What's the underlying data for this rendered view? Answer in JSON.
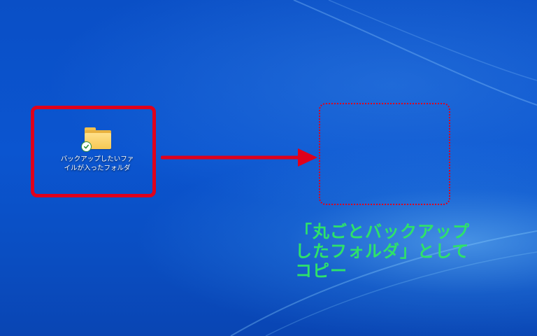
{
  "desktop": {
    "icons": [
      {
        "name": "folder",
        "label_line1": "バックアップしたいファ",
        "label_line2": "イルが入ったフォルダ",
        "overlay": "sync-check"
      }
    ]
  },
  "annotation": {
    "caption_line1": "「丸ごとバックアップ",
    "caption_line2": "したフォルダ」として",
    "caption_line3": "コピー",
    "highlight_color": "#e0001b",
    "caption_color": "#2ee26a"
  }
}
